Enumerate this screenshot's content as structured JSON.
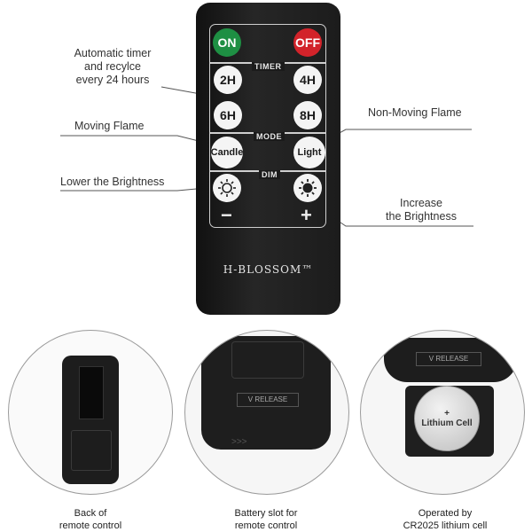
{
  "remote": {
    "buttons": {
      "on": "ON",
      "off": "OFF",
      "h2": "2H",
      "h4": "4H",
      "h6": "6H",
      "h8": "8H",
      "candle": "Candle",
      "light": "Light"
    },
    "sections": {
      "timer": "TIMER",
      "mode": "MODE",
      "dim": "DIM"
    },
    "minus": "−",
    "plus": "+",
    "brand": "H-BLOSSOM™"
  },
  "callouts": {
    "timer": "Automatic timer\nand recylce\nevery 24 hours",
    "moving": "Moving Flame",
    "nonmoving": "Non-Moving Flame",
    "lower": "Lower the Brightness",
    "increase": "Increase\nthe Brightness"
  },
  "circles": [
    {
      "caption": "Back of\nremote control"
    },
    {
      "caption": "Battery slot for\nremote control",
      "release": "V RELEASE",
      "arrows": ">>>"
    },
    {
      "caption": "Operated by\nCR2025 lithium cell",
      "release": "V RELEASE",
      "battery_label": "Lithium Cell",
      "battery_plus": "+"
    }
  ]
}
